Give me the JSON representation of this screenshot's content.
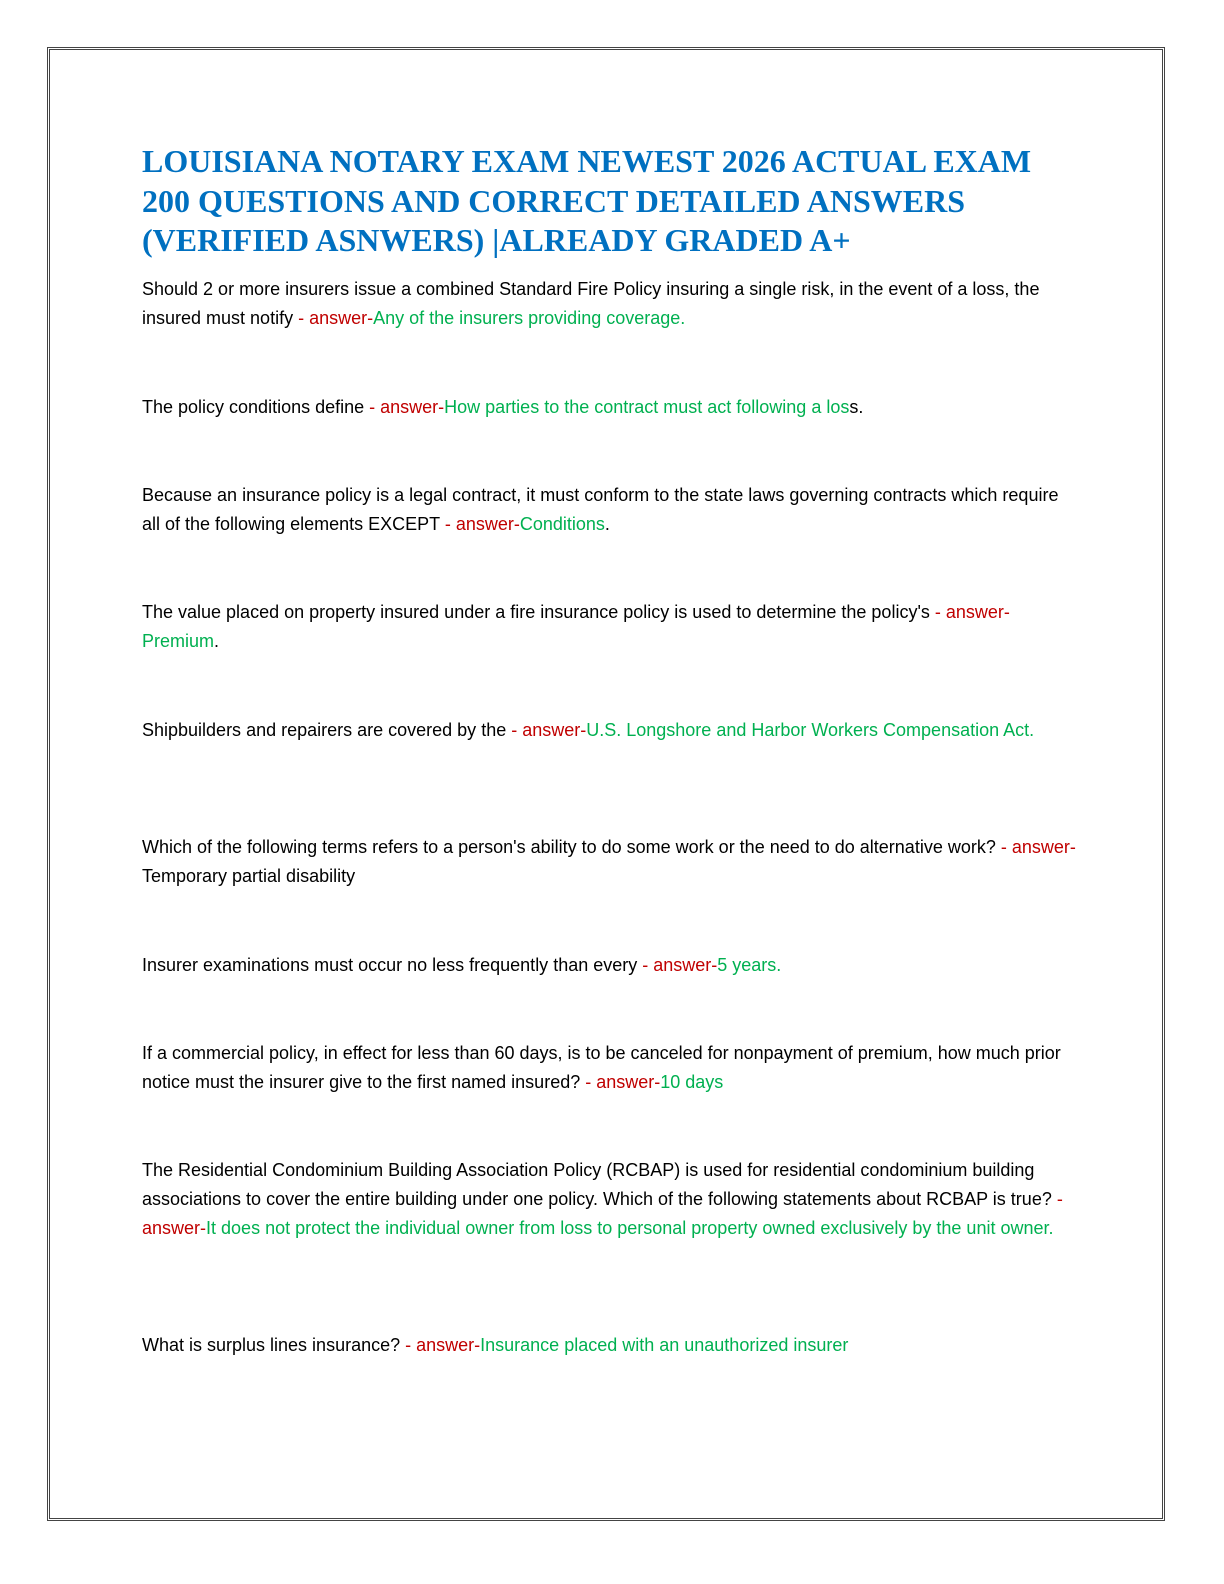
{
  "title_lines": [
    "LOUISIANA NOTARY EXAM NEWEST 2026 ACTUAL EXAM",
    "200 QUESTIONS AND CORRECT DETAILED ANSWERS",
    "(VERIFIED ASNWERS) |ALREADY GRADED A+"
  ],
  "items": [
    {
      "q": "Should 2 or more insurers issue a combined Standard Fire Policy insuring a single risk, in the event of a loss, the insured must notify ",
      "sep": "- answer-",
      "a": "Any of the insurers providing coverage.",
      "tail": ""
    },
    {
      "q": "The policy conditions define ",
      "sep": "- answer-",
      "a": "How parties to the contract must act following a los",
      "tail": "s."
    },
    {
      "q": "Because an insurance policy is a legal contract, it must conform to the state laws governing contracts which require all of the following elements EXCEPT ",
      "sep": "- answer-",
      "a": "Conditions",
      "tail": "."
    },
    {
      "q": "The value placed on property insured under a fire insurance policy is used to determine the policy's ",
      "sep": "- answer-",
      "a": "Premium",
      "tail": "."
    },
    {
      "q": "Shipbuilders and repairers are covered by the ",
      "sep": "- answer-",
      "a": "U.S. Longshore and Harbor Workers Compensation Act.",
      "tail": ""
    },
    {
      "q": "Which of the following terms refers to a person's ability to do some work or the need to do alternative work? ",
      "sep": "- answer-",
      "a": "",
      "tail": "Temporary partial disability"
    },
    {
      "q": "Insurer examinations must occur no less frequently than every ",
      "sep": "- answer-",
      "a": "5 years.",
      "tail": ""
    },
    {
      "q": "If a commercial policy, in effect for less than 60 days, is to be canceled for nonpayment of premium, how much prior notice must the insurer give to the first named insured? ",
      "sep": "- answer-",
      "a": "10 days",
      "tail": ""
    },
    {
      "q": "The Residential Condominium Building Association Policy (RCBAP) is used for residential condominium building associations to cover the entire building under one policy. Which of the following statements about RCBAP is true? ",
      "sep": "- answer-",
      "a": "It does not protect the individual owner from loss to personal property owned exclusively by the unit owner.",
      "tail": ""
    },
    {
      "q": "What is surplus lines insurance? ",
      "sep": "- answer-",
      "a": "Insurance placed with an unauthorized insurer",
      "tail": ""
    }
  ]
}
